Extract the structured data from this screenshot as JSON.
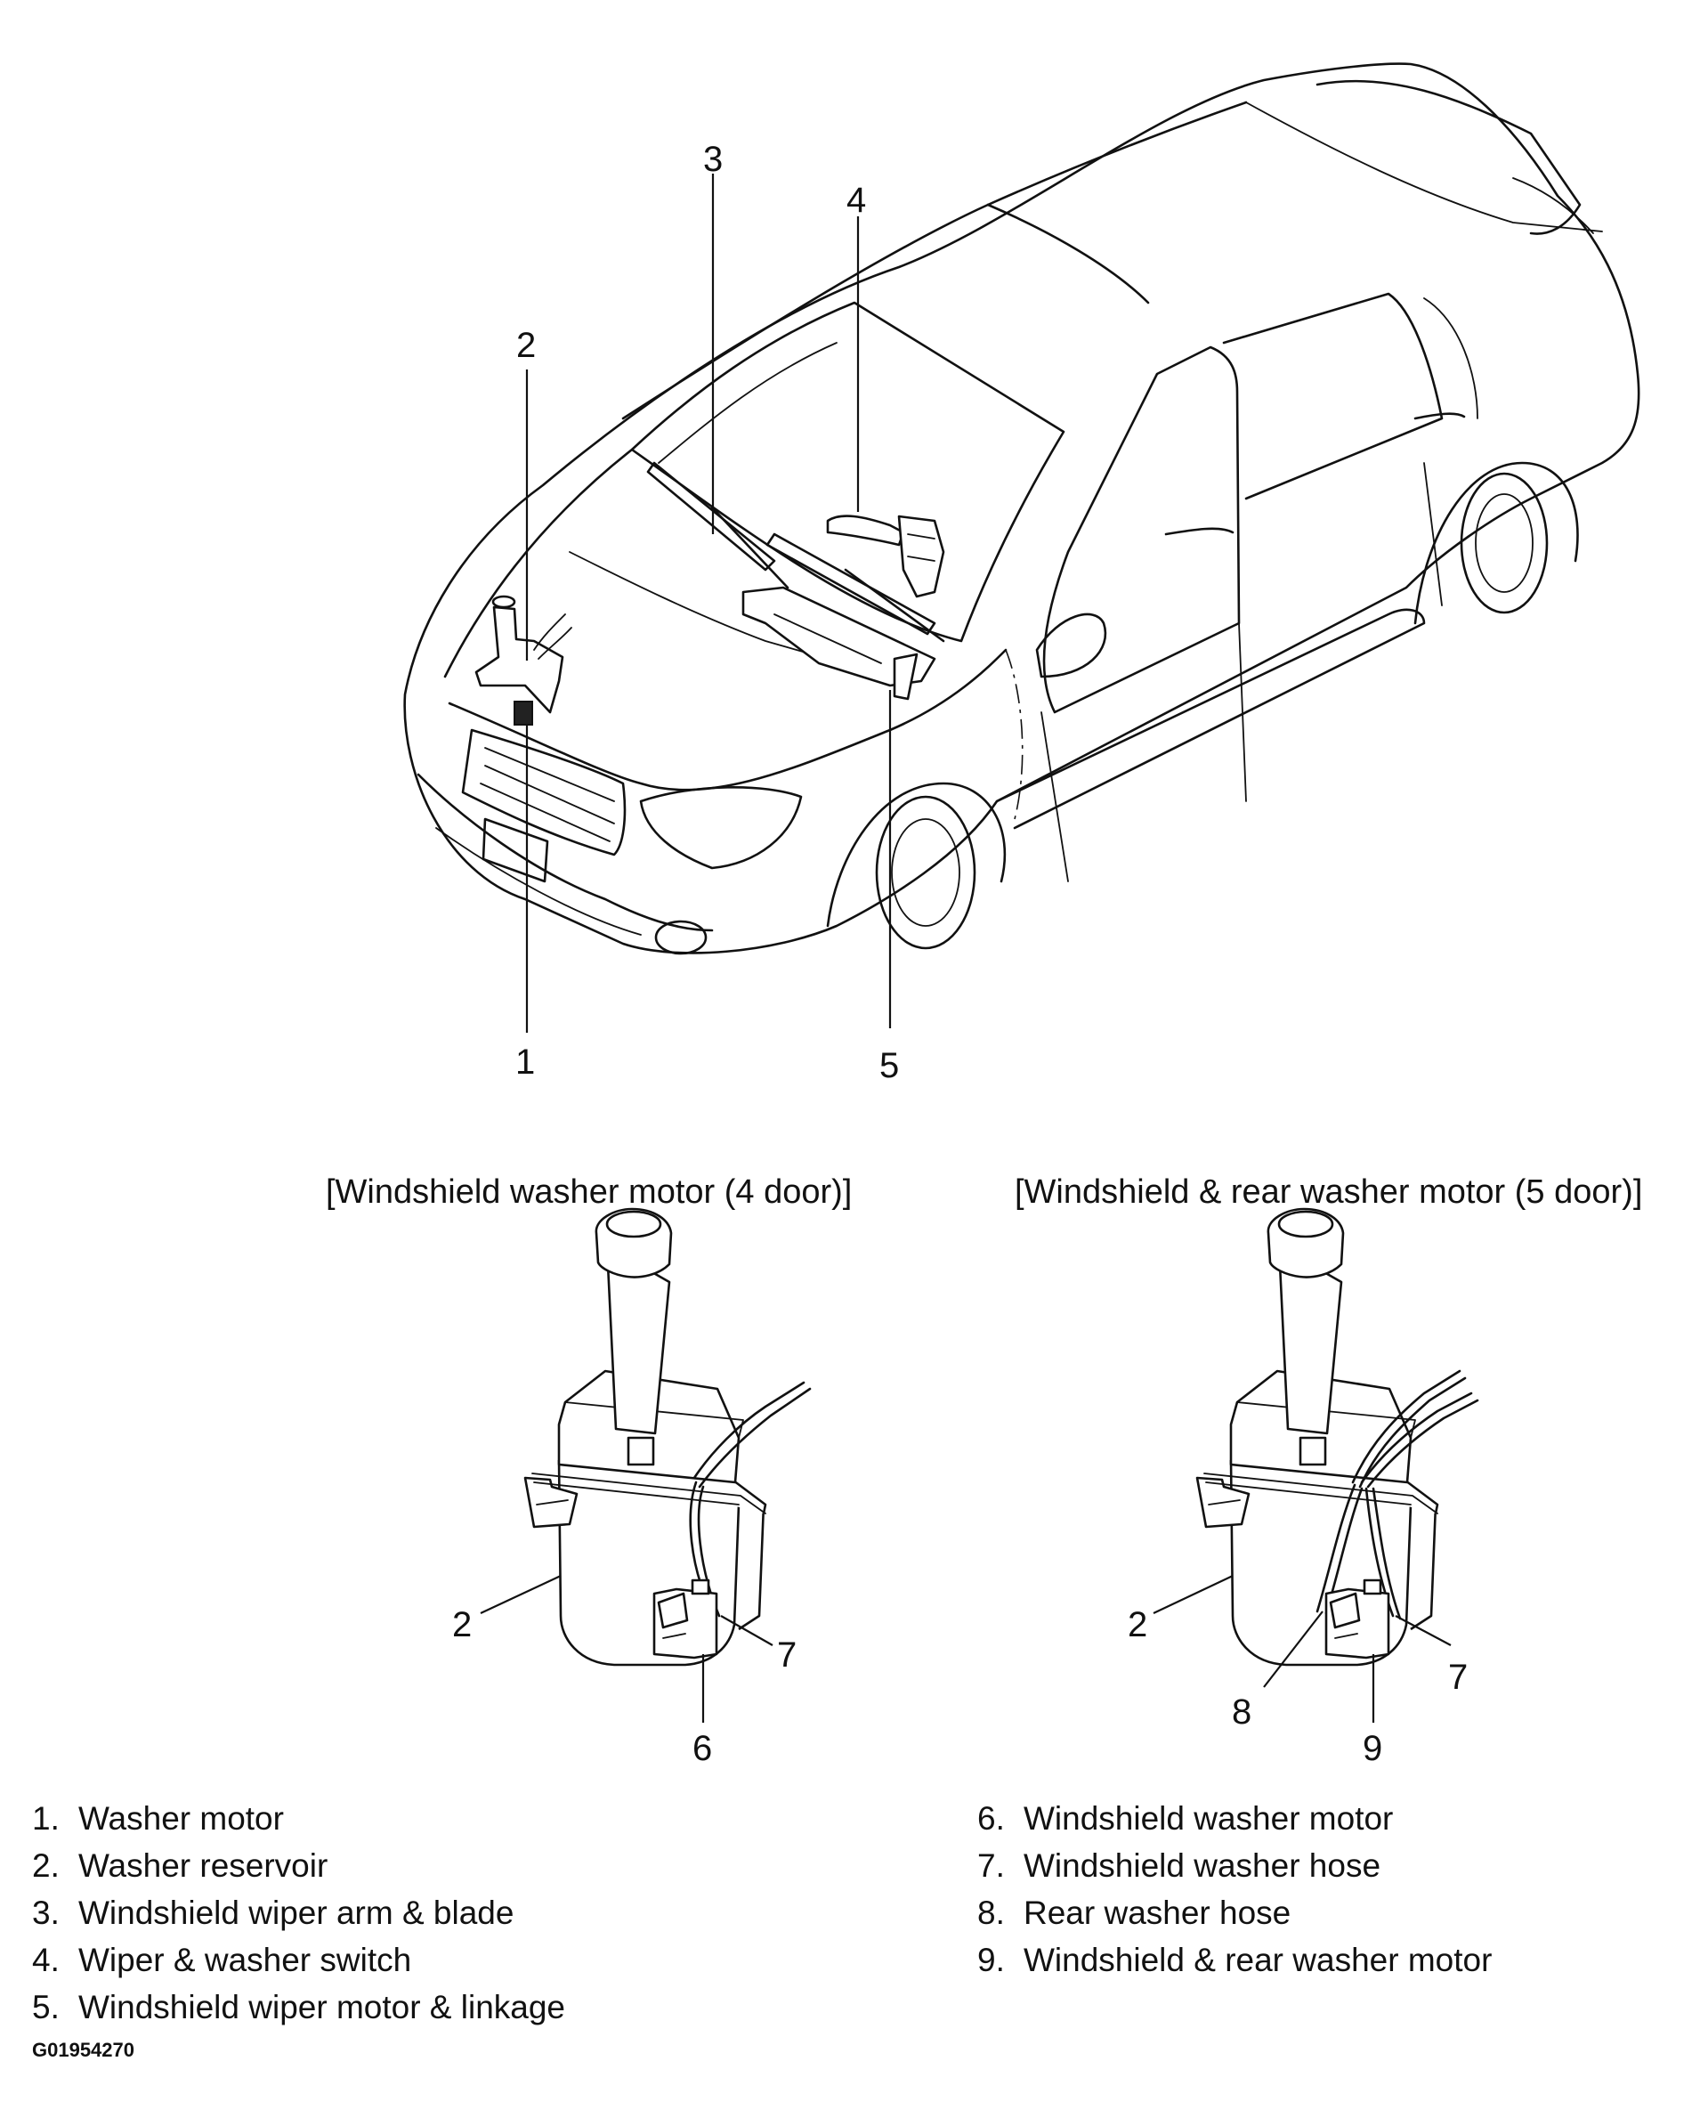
{
  "callouts": {
    "main": {
      "c1": "1",
      "c2": "2",
      "c3": "3",
      "c4": "4",
      "c5": "5"
    },
    "left_detail": {
      "c2": "2",
      "c6": "6",
      "c7": "7"
    },
    "right_detail": {
      "c2": "2",
      "c7": "7",
      "c8": "8",
      "c9": "9"
    }
  },
  "subtitles": {
    "left": "[Windshield washer motor (4 door)]",
    "right": "[Windshield & rear washer motor (5 door)]"
  },
  "legend": {
    "left": [
      {
        "num": "1.",
        "label": "Washer motor"
      },
      {
        "num": "2.",
        "label": "Washer reservoir"
      },
      {
        "num": "3.",
        "label": "Windshield wiper arm & blade"
      },
      {
        "num": "4.",
        "label": "Wiper & washer switch"
      },
      {
        "num": "5.",
        "label": "Windshield wiper motor & linkage"
      }
    ],
    "right": [
      {
        "num": "6.",
        "label": "Windshield washer motor"
      },
      {
        "num": "7.",
        "label": "Windshield washer hose"
      },
      {
        "num": "8.",
        "label": "Rear washer hose"
      },
      {
        "num": "9.",
        "label": "Windshield & rear washer motor"
      }
    ]
  },
  "figure_code": "G01954270"
}
